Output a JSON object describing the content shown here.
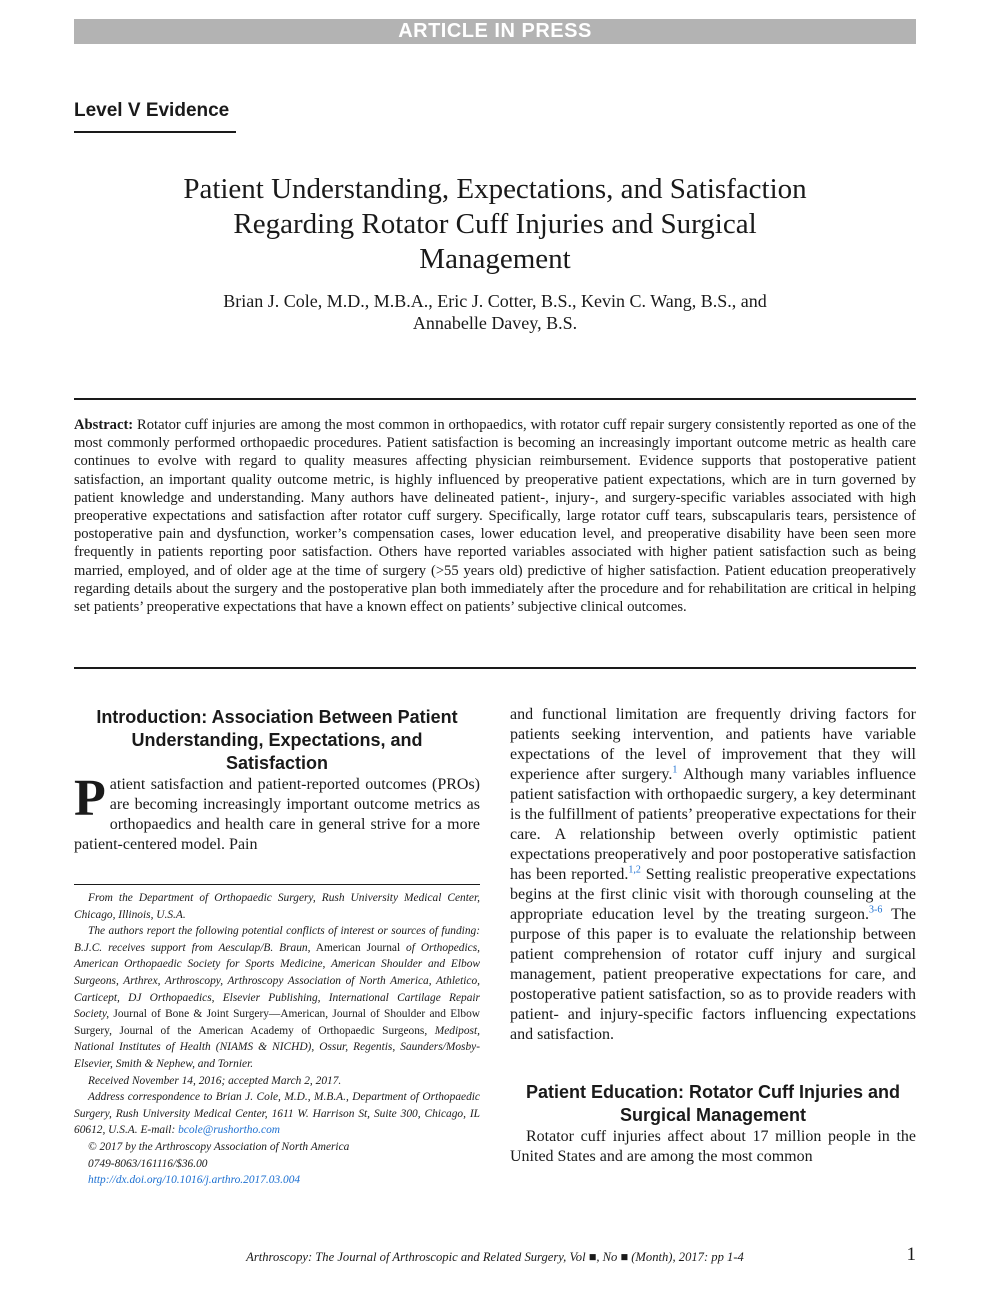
{
  "banner": "ARTICLE IN PRESS",
  "level": "Level V Evidence",
  "title_lines": [
    "Patient Understanding, Expectations, and Satisfaction",
    "Regarding Rotator Cuff Injuries and Surgical",
    "Management"
  ],
  "authors_lines": [
    "Brian J. Cole, M.D., M.B.A., Eric J. Cotter, B.S., Kevin C. Wang, B.S., and",
    "Annabelle Davey, B.S."
  ],
  "abstract": {
    "label": "Abstract:",
    "text": "Rotator cuff injuries are among the most common in orthopaedics, with rotator cuff repair surgery consistently reported as one of the most commonly performed orthopaedic procedures. Patient satisfaction is becoming an increasingly important outcome metric as health care continues to evolve with regard to quality measures affecting physician reimbursement. Evidence supports that postoperative patient satisfaction, an important quality outcome metric, is highly influenced by preoperative patient expectations, which are in turn governed by patient knowledge and understanding. Many authors have delineated patient-, injury-, and surgery-specific variables associated with high preoperative expectations and satisfaction after rotator cuff surgery. Specifically, large rotator cuff tears, subscapularis tears, persistence of postoperative pain and dysfunction, worker’s compensation cases, lower education level, and preoperative disability have been seen more frequently in patients reporting poor satisfaction. Others have reported variables associated with higher patient satisfaction such as being married, employed, and of older age at the time of surgery (>55 years old) predictive of higher satisfaction. Patient education preoperatively regarding details about the surgery and the postoperative plan both immediately after the procedure and for rehabilitation are critical in helping set patients’ preoperative expectations that have a known effect on patients’ subjective clinical outcomes."
  },
  "intro": {
    "heading_lines": [
      "Introduction: Association Between Patient",
      "Understanding, Expectations, and",
      "Satisfaction"
    ],
    "dropcap": "P",
    "text": "atient satisfaction and patient-reported outcomes (PROs) are becoming increasingly important outcome metrics as orthopaedics and health care in general strive for a more patient-centered model. Pain"
  },
  "right_col": {
    "p1_a": "and functional limitation are frequently driving factors for patients seeking intervention, and patients have variable expectations of the level of improvement that they will experience after surgery.",
    "ref1": "1",
    "p1_b": " Although many variables influence patient satisfaction with orthopaedic surgery, a key determinant is the fulfillment of patients’ preoperative expectations for their care. A relationship between overly optimistic patient expectations preoperatively and poor postoperative satisfaction has been reported.",
    "ref2": "1,2",
    "p1_c": " Setting realistic preoperative expectations begins at the first clinic visit with thorough counseling at the appropriate education level by the treating surgeon.",
    "ref3": "3-6",
    "p1_d": " The purpose of this paper is to evaluate the relationship between patient comprehension of rotator cuff injury and surgical management, patient preoperative expectations for care, and postoperative patient satisfaction, so as to provide readers with patient- and injury-specific factors influencing expectations and satisfaction.",
    "heading2_lines": [
      "Patient Education: Rotator Cuff Injuries and",
      "Surgical Management"
    ],
    "p2": "Rotator cuff injuries affect about 17 million people in the United States and are among the most common"
  },
  "footnotes": {
    "affiliation": "From the Department of Orthopaedic Surgery, Rush University Medical Center, Chicago, Illinois, U.S.A.",
    "coi_a": "The authors report the following potential conflicts of interest or sources of funding: B.J.C. receives support from Aesculap/B. Braun,",
    "coi_b": " American Journal",
    "coi_c": " of Orthopedics, American Orthopaedic Society for Sports Medicine, American Shoulder and Elbow Surgeons, Arthrex, Arthroscopy, Arthroscopy Association of North America, Athletico, Carticept, DJ Orthopaedics, Elsevier Publishing, International Cartilage Repair Society,",
    "coi_d": " Journal of Bone & Joint Surgery—American, Journal of Shoulder and Elbow Surgery, Journal of the American Academy of Orthopaedic Surgeons,",
    "coi_e": " Medipost, National Institutes of Health (NIAMS & NICHD), Ossur, Regentis, Saunders/Mosby-Elsevier, Smith & Nephew, and Tornier.",
    "received": "Received November 14, 2016; accepted March 2, 2017.",
    "address": "Address correspondence to Brian J. Cole, M.D., M.B.A., Department of Orthopaedic Surgery, Rush University Medical Center, 1611 W. Harrison St, Suite 300, Chicago, IL 60612, U.S.A. E-mail: ",
    "email": "bcole@rushortho.com",
    "copyright": "© 2017 by the Arthroscopy Association of North America",
    "issn": "0749-8063/161116/$36.00",
    "doi": "http://dx.doi.org/10.1016/j.arthro.2017.03.004"
  },
  "footer": {
    "journal": "Arthroscopy: The Journal of Arthroscopic and Related Surgery, Vol ■, No ■ (Month), 2017: pp 1-4",
    "page": "1"
  }
}
